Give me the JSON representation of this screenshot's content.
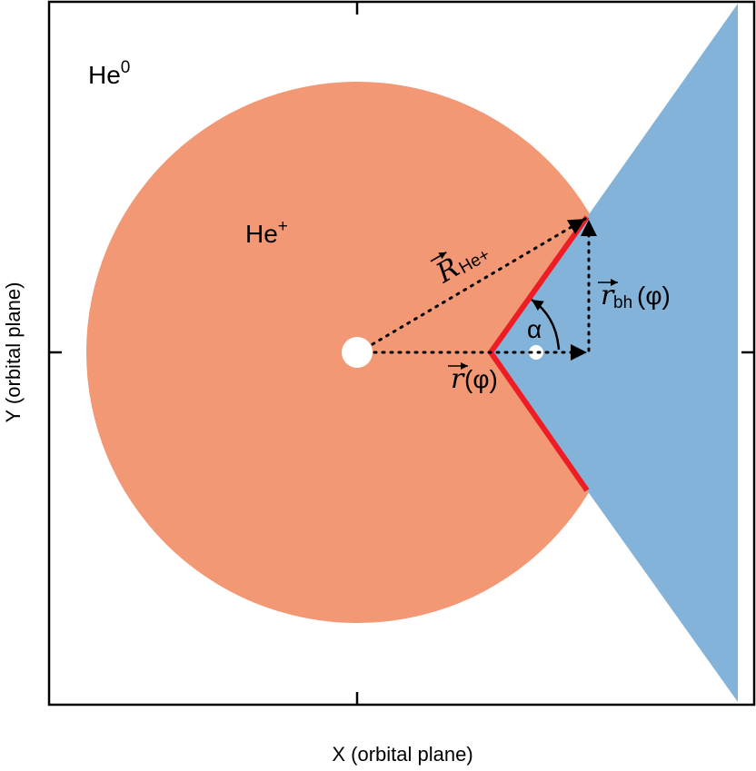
{
  "axes": {
    "xlabel": "X (orbital plane)",
    "ylabel": "Y (orbital plane)"
  },
  "regions": {
    "outer": {
      "base": "He",
      "sup": "0"
    },
    "sphere": {
      "base": "He",
      "sup": "+",
      "color": "#F29874"
    },
    "shadow_color": "#84B3D9",
    "boundary_color": "#EE1C25"
  },
  "vectors": {
    "R": {
      "symbol": "R",
      "sub": "He+"
    },
    "r": {
      "symbol": "r",
      "arg": "(φ)"
    },
    "rbh": {
      "symbol": "r",
      "sub": "bh",
      "arg": "(φ)"
    },
    "angle": "α"
  }
}
